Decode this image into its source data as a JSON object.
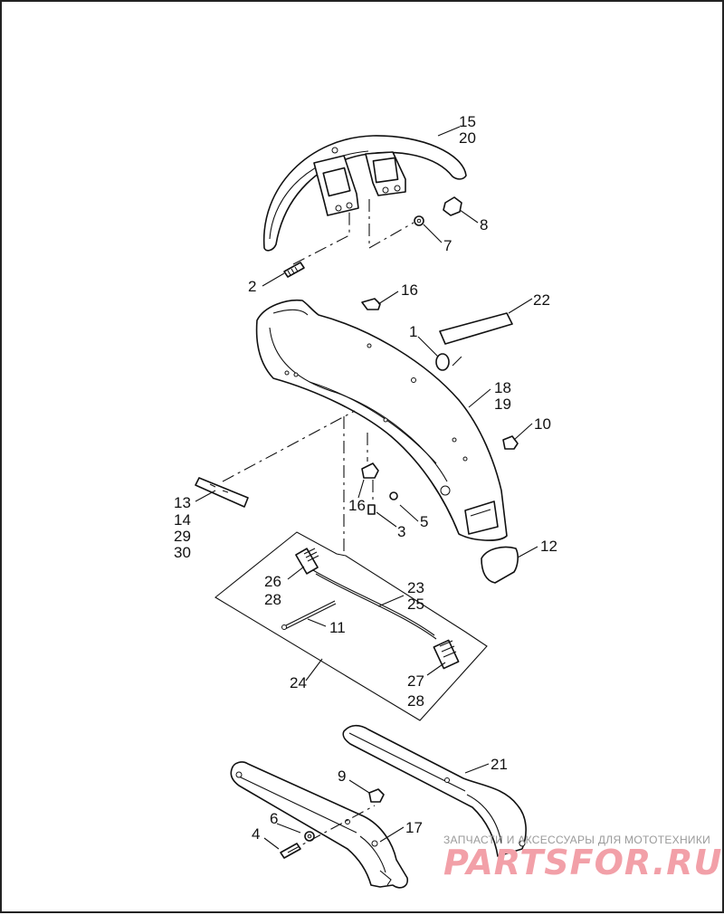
{
  "callouts": [
    {
      "id": "c15",
      "text": "15"
    },
    {
      "id": "c20",
      "text": "20"
    },
    {
      "id": "c8",
      "text": "8"
    },
    {
      "id": "c7",
      "text": "7"
    },
    {
      "id": "c2",
      "text": "2"
    },
    {
      "id": "c16a",
      "text": "16"
    },
    {
      "id": "c22",
      "text": "22"
    },
    {
      "id": "c1",
      "text": "1"
    },
    {
      "id": "c18",
      "text": "18"
    },
    {
      "id": "c19",
      "text": "19"
    },
    {
      "id": "c10",
      "text": "10"
    },
    {
      "id": "c13",
      "text": "13"
    },
    {
      "id": "c14",
      "text": "14"
    },
    {
      "id": "c29",
      "text": "29"
    },
    {
      "id": "c30",
      "text": "30"
    },
    {
      "id": "c16b",
      "text": "16"
    },
    {
      "id": "c5",
      "text": "5"
    },
    {
      "id": "c3",
      "text": "3"
    },
    {
      "id": "c12",
      "text": "12"
    },
    {
      "id": "c26",
      "text": "26"
    },
    {
      "id": "c28a",
      "text": "28"
    },
    {
      "id": "c23",
      "text": "23"
    },
    {
      "id": "c25",
      "text": "25"
    },
    {
      "id": "c11",
      "text": "11"
    },
    {
      "id": "c24",
      "text": "24"
    },
    {
      "id": "c27",
      "text": "27"
    },
    {
      "id": "c28b",
      "text": "28"
    },
    {
      "id": "c21",
      "text": "21"
    },
    {
      "id": "c9",
      "text": "9"
    },
    {
      "id": "c6",
      "text": "6"
    },
    {
      "id": "c4",
      "text": "4"
    },
    {
      "id": "c17",
      "text": "17"
    }
  ],
  "watermark": {
    "tagline": "ЗАПЧАСТИ И АКСЕССУАРЫ ДЛЯ МОТОТЕХНИКИ",
    "brand": "PARTSFOR.RU",
    "brand_color": "#f2a0a8"
  }
}
